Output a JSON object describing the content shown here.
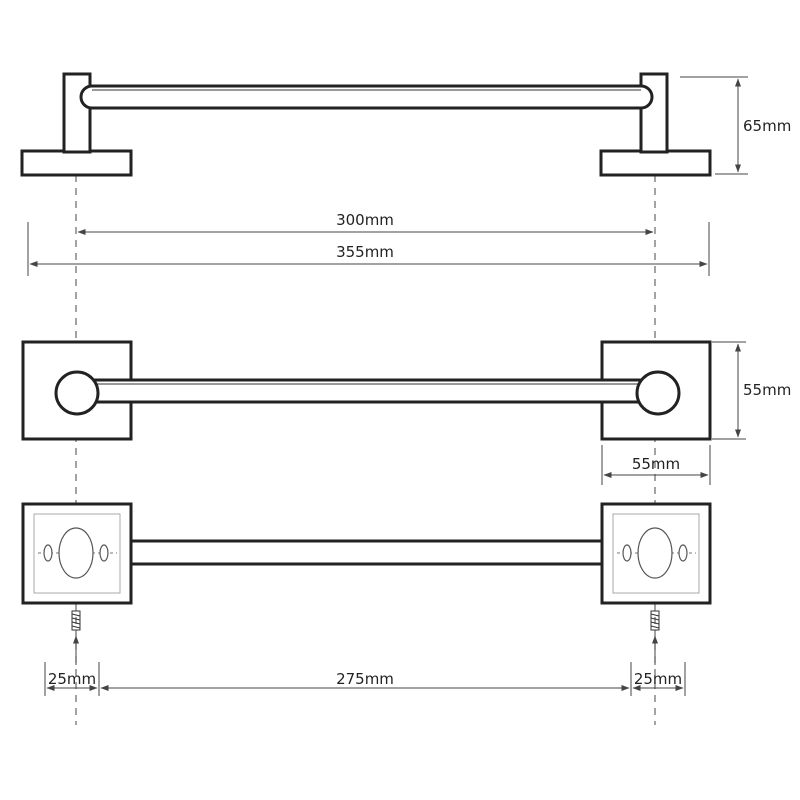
{
  "dimensions": {
    "wall_height": "65mm",
    "center_distance": "300mm",
    "overall_length": "355mm",
    "plate_height": "55mm",
    "plate_width": "55mm",
    "left_edge_offset": "25mm",
    "screw_spacing": "275mm",
    "right_edge_offset": "25mm"
  }
}
